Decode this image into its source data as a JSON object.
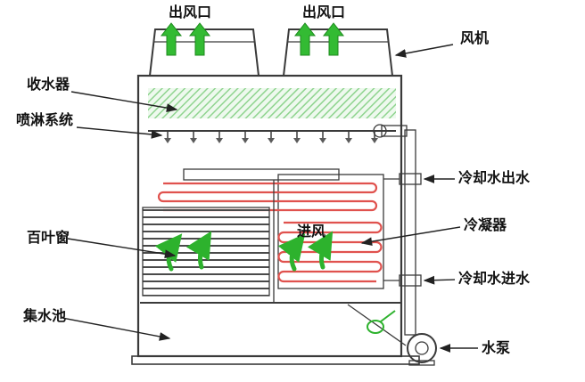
{
  "diagram": {
    "type": "closed-circuit cooling tower schematic",
    "labels": {
      "air_outlet_left": "出风口",
      "air_outlet_right": "出风口",
      "fan": "风机",
      "water_collector": "收水器",
      "spray_system": "喷淋系统",
      "cooling_water_outlet": "冷却水出水",
      "condenser": "冷凝器",
      "cooling_water_inlet": "冷却水进水",
      "louver": "百叶窗",
      "air_inlet": "进风",
      "water_basin": "集水池",
      "water_pump": "水泵"
    },
    "colors": {
      "outline": "#3a3a3a",
      "condenser_coil": "#e0524e",
      "airflow_green": "#2db22d",
      "collector_hatch_green": "#8fd48f"
    }
  }
}
